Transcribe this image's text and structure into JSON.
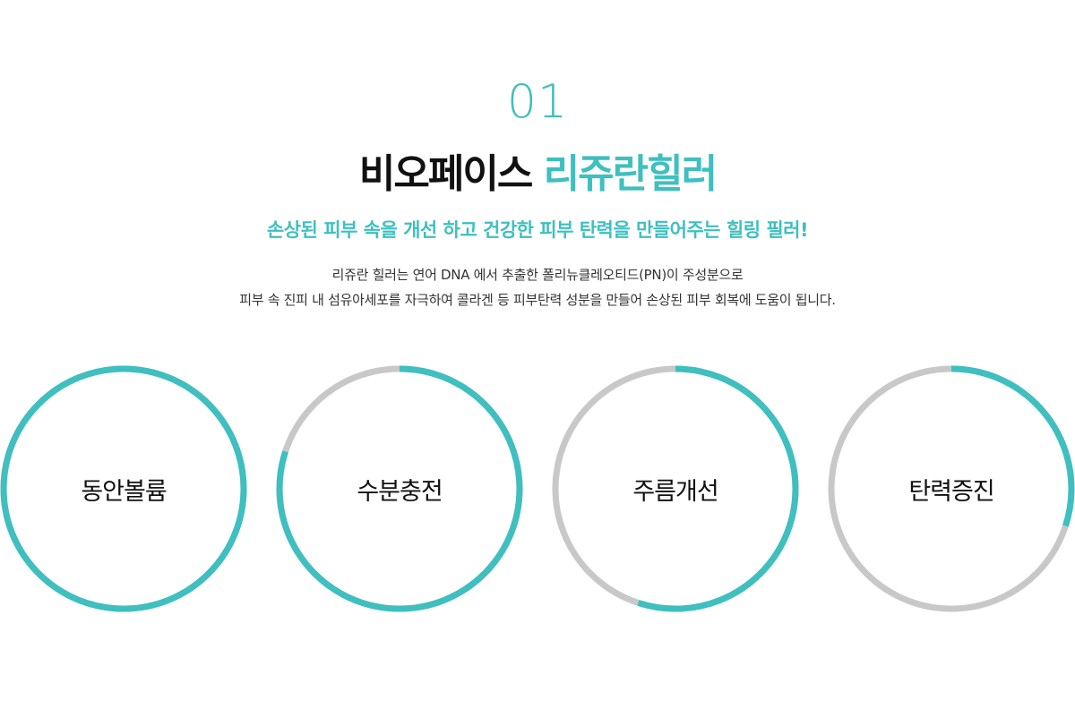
{
  "section": {
    "number": "01",
    "title_dark": "비오페이스",
    "title_accent": "리쥬란힐러",
    "subtitle": "손상된 피부 속을 개선 하고 건강한 피부 탄력을 만들어주는 힐링 필러!",
    "description": [
      "리쥬란 힐러는 연어 DNA 에서 추출한 폴리뉴클레오티드(PN)이 주성분으로",
      "피부 속 진피 내 섬유아세포를 자극하여 콜라겐 등 피부탄력 성분을  만들어 손상된 피부 회복에 도움이 됩니다."
    ]
  },
  "colors": {
    "accent": "#3fbfbf",
    "track": "#c8c8c8"
  },
  "benefits": [
    {
      "label": "동안볼륨",
      "progress": 1.0
    },
    {
      "label": "수분충전",
      "progress": 0.8
    },
    {
      "label": "주름개선",
      "progress": 0.55
    },
    {
      "label": "탄력증진",
      "progress": 0.3
    }
  ]
}
